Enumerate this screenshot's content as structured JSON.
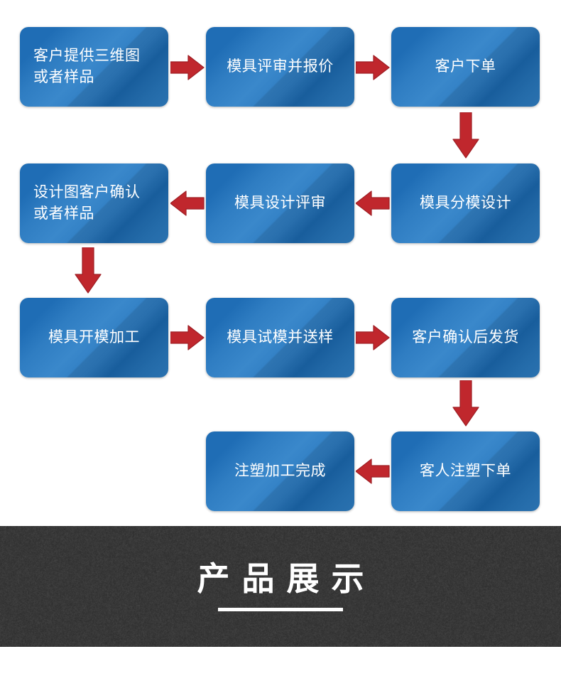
{
  "theme": {
    "box_fill": "#2a77bd",
    "box_fill_dark": "#1b68ae",
    "box_fill_light": "#3a88cb",
    "box_text": "#ffffff",
    "arrow_red": "#c0272d",
    "arrow_red_dark": "#9e1f25",
    "banner_bg": "#333333",
    "banner_text": "#ffffff",
    "page_bg": "#ffffff"
  },
  "flowchart": {
    "type": "process-flow",
    "title": "",
    "nodes": [
      {
        "id": "n1",
        "label": "客户提供三维图\n或者样品",
        "row": 1,
        "col": 1,
        "align": "lead"
      },
      {
        "id": "n2",
        "label": "模具评审并报价",
        "row": 1,
        "col": 2,
        "align": "center"
      },
      {
        "id": "n3",
        "label": "客户下单",
        "row": 1,
        "col": 3,
        "align": "center"
      },
      {
        "id": "n4",
        "label": "设计图客户确认\n或者样品",
        "row": 2,
        "col": 1,
        "align": "lead"
      },
      {
        "id": "n5",
        "label": "模具设计评审",
        "row": 2,
        "col": 2,
        "align": "center"
      },
      {
        "id": "n6",
        "label": "模具分模设计",
        "row": 2,
        "col": 3,
        "align": "center"
      },
      {
        "id": "n7",
        "label": "模具开模加工",
        "row": 3,
        "col": 1,
        "align": "center"
      },
      {
        "id": "n8",
        "label": "模具试模并送样",
        "row": 3,
        "col": 2,
        "align": "center"
      },
      {
        "id": "n9",
        "label": "客户确认后发货",
        "row": 3,
        "col": 3,
        "align": "center"
      },
      {
        "id": "n10",
        "label": "注塑加工完成",
        "row": 4,
        "col": 2,
        "align": "center"
      },
      {
        "id": "n11",
        "label": "客人注塑下单",
        "row": 4,
        "col": 3,
        "align": "center"
      }
    ],
    "connectors": [
      {
        "id": "a1",
        "from": "n1",
        "to": "n2",
        "direction": "right"
      },
      {
        "id": "a2",
        "from": "n2",
        "to": "n3",
        "direction": "right"
      },
      {
        "id": "a3",
        "from": "n3",
        "to": "n6",
        "direction": "down"
      },
      {
        "id": "a4",
        "from": "n6",
        "to": "n5",
        "direction": "left"
      },
      {
        "id": "a5",
        "from": "n5",
        "to": "n4",
        "direction": "left"
      },
      {
        "id": "a6",
        "from": "n4",
        "to": "n7",
        "direction": "down"
      },
      {
        "id": "a7",
        "from": "n7",
        "to": "n8",
        "direction": "right"
      },
      {
        "id": "a8",
        "from": "n8",
        "to": "n9",
        "direction": "right"
      },
      {
        "id": "a9",
        "from": "n9",
        "to": "n11",
        "direction": "down"
      },
      {
        "id": "a10",
        "from": "n11",
        "to": "n10",
        "direction": "left"
      }
    ]
  },
  "banner": {
    "title": "产品展示"
  }
}
